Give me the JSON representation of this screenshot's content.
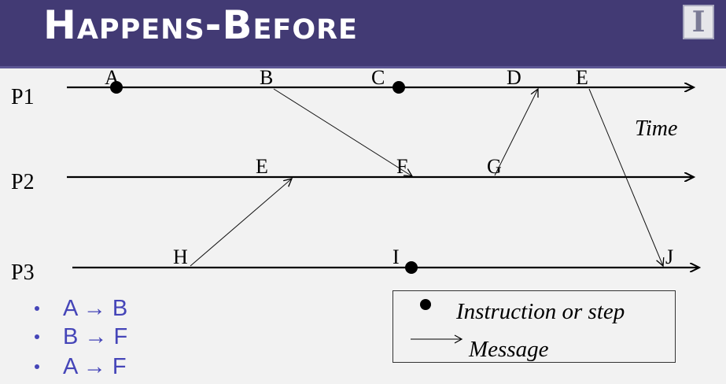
{
  "header": {
    "title": "Happens-Before",
    "logo_letter": "I"
  },
  "processes": [
    {
      "name": "P1",
      "events": [
        {
          "label": "A",
          "dot": true
        },
        {
          "label": "B",
          "dot": false
        },
        {
          "label": "C",
          "dot": true
        },
        {
          "label": "D",
          "dot": false
        },
        {
          "label": "E",
          "dot": false
        }
      ]
    },
    {
      "name": "P2",
      "events": [
        {
          "label": "E",
          "dot": false
        },
        {
          "label": "F",
          "dot": false
        },
        {
          "label": "G",
          "dot": false
        }
      ]
    },
    {
      "name": "P3",
      "events": [
        {
          "label": "H",
          "dot": false
        },
        {
          "label": "I",
          "dot": true
        },
        {
          "label": "J",
          "dot": false
        }
      ]
    }
  ],
  "messages": [
    {
      "from": "P1.B",
      "to": "P2.F"
    },
    {
      "from": "P3.H",
      "to": "P2.E"
    },
    {
      "from": "P2.G",
      "to": "P1.D"
    },
    {
      "from": "P1.E",
      "to": "P3.J"
    }
  ],
  "time_label": "Time",
  "bullets": [
    {
      "text": "A → B"
    },
    {
      "text": "B → F"
    },
    {
      "text": "A → F"
    }
  ],
  "legend": {
    "instruction": "Instruction or step",
    "message": "Message"
  }
}
